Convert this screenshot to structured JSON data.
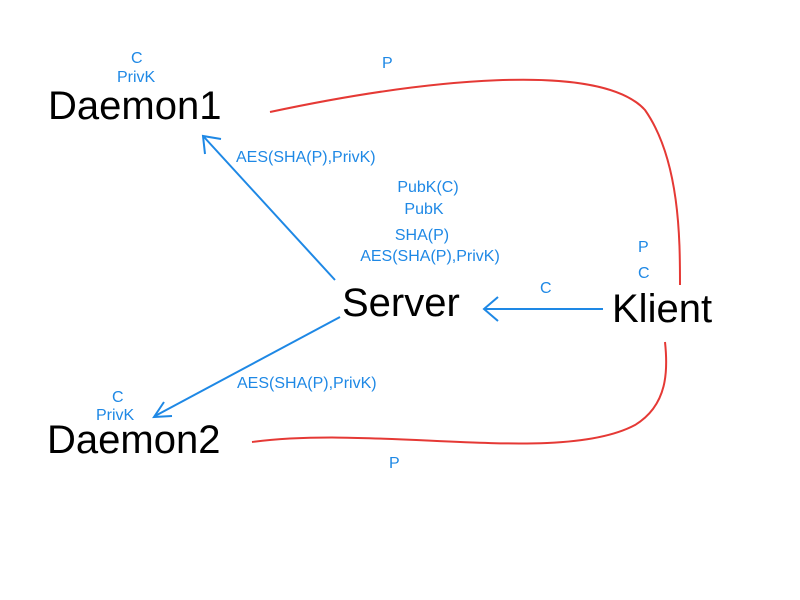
{
  "colors": {
    "node_text": "#000000",
    "blue": "#1e88e5",
    "red": "#e53935"
  },
  "nodes": {
    "daemon1": "Daemon1",
    "daemon2": "Daemon2",
    "server": "Server",
    "klient": "Klient"
  },
  "labels": {
    "daemon1_c": "C",
    "daemon1_privk": "PrivK",
    "daemon2_c": "C",
    "daemon2_privk": "PrivK",
    "top_p": "P",
    "bottom_p": "P",
    "klient_p": "P",
    "klient_c": "C",
    "arrow_klient_server": "C",
    "arrow_server_daemon1": "AES(SHA(P),PrivK)",
    "arrow_server_daemon2": "AES(SHA(P),PrivK)",
    "server_pubk_c": "PubK(C)",
    "server_pubk": "PubK",
    "server_sha": "SHA(P)",
    "server_aes": "AES(SHA(P),PrivK)"
  }
}
